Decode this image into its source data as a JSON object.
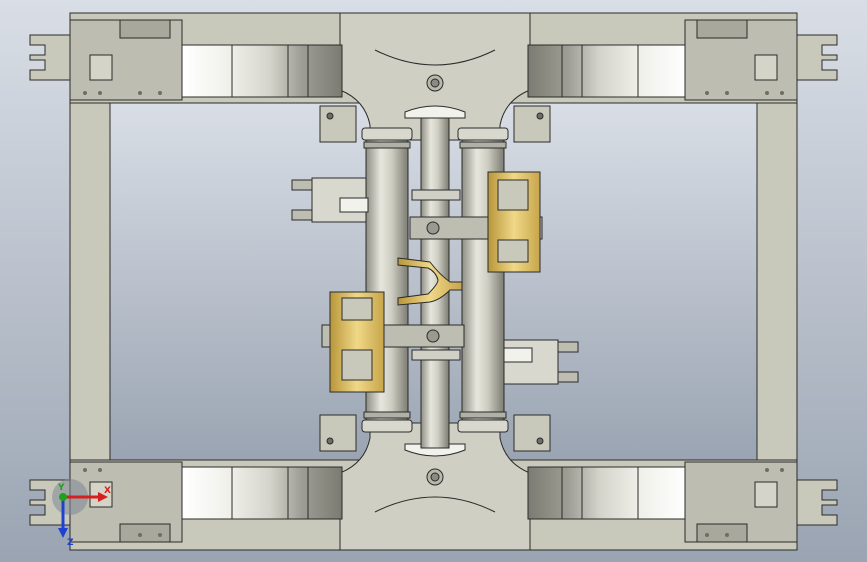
{
  "viewport": {
    "background_top": "#d9dee6",
    "background_bottom": "#9aa4b2",
    "frame_color": "#c9c9bb",
    "edge_color": "#2b2b2b",
    "highlight_color": "#e3c76a"
  },
  "triad": {
    "x_label": "X",
    "y_label": "Y",
    "z_label": "Z",
    "x_color": "#d62020",
    "y_color": "#20a020",
    "z_color": "#2040d0"
  }
}
